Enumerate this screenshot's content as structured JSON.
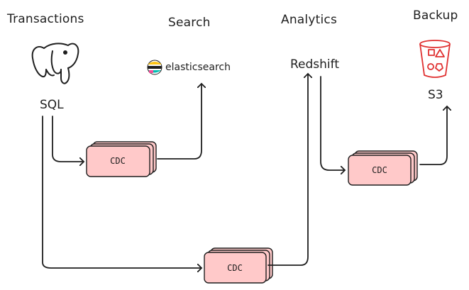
{
  "columns": {
    "transactions": "Transactions",
    "search": "Search",
    "analytics": "Analytics",
    "backup": "Backup"
  },
  "nodes": {
    "sql": "SQL",
    "elasticsearch": "elasticsearch",
    "redshift": "Redshift",
    "s3": "S3"
  },
  "cdc_boxes": [
    {
      "label": "CDC"
    },
    {
      "label": "CDC"
    },
    {
      "label": "CDC"
    }
  ],
  "icons": {
    "database": "postgresql-elephant-icon",
    "search": "elasticsearch-logo-icon",
    "storage": "s3-bucket-icon"
  },
  "colors": {
    "cdc_fill": "#ffc9c9",
    "s3_red": "#e03131",
    "stroke": "#1e1e1e"
  }
}
